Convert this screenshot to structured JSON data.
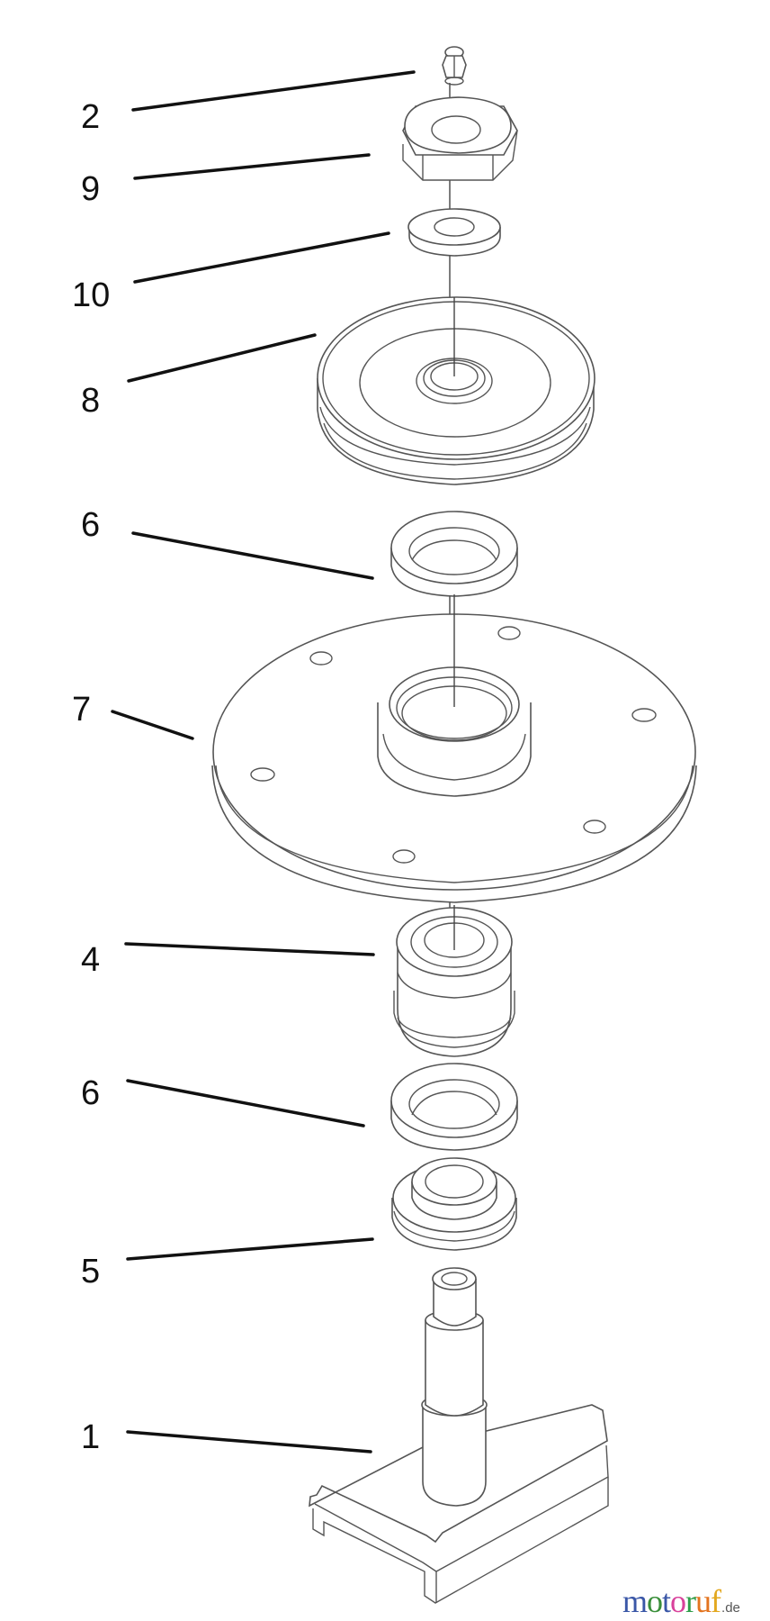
{
  "diagram": {
    "type": "exploded parts diagram",
    "callouts": [
      {
        "label": "2",
        "part": "grease fitting"
      },
      {
        "label": "9",
        "part": "hex nut"
      },
      {
        "label": "10",
        "part": "washer"
      },
      {
        "label": "8",
        "part": "pulley"
      },
      {
        "label": "6",
        "part": "bearing seal (upper)"
      },
      {
        "label": "7",
        "part": "housing flange"
      },
      {
        "label": "4",
        "part": "bearing"
      },
      {
        "label": "6",
        "part": "bearing seal (lower)"
      },
      {
        "label": "5",
        "part": "spacer / bushing"
      },
      {
        "label": "1",
        "part": "spindle shaft with base"
      }
    ]
  },
  "watermark": {
    "letters": [
      {
        "ch": "m",
        "color": "#3a57a7"
      },
      {
        "ch": "o",
        "color": "#3a8f3a"
      },
      {
        "ch": "t",
        "color": "#3a57a7"
      },
      {
        "ch": "o",
        "color": "#d9419b"
      },
      {
        "ch": "r",
        "color": "#2f9e4a"
      },
      {
        "ch": "u",
        "color": "#e3741f"
      },
      {
        "ch": "f",
        "color": "#e3a81f"
      }
    ],
    "tld": ".de"
  }
}
